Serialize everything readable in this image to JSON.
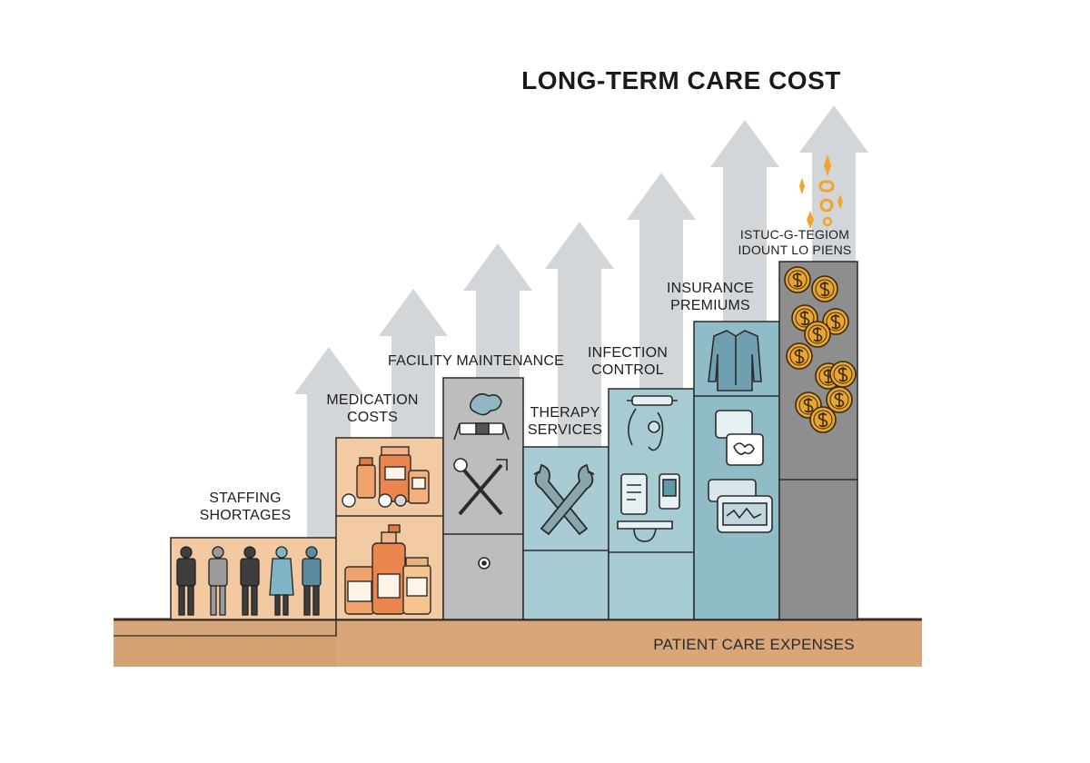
{
  "title": "LONG-TERM CARE COST",
  "base_label": "PATIENT CARE EXPENSES",
  "steps": [
    {
      "id": "staffing",
      "label_lines": [
        "STAFFING",
        "SHORTAGES"
      ],
      "icon": "people-icon",
      "color": "#f2c9a0"
    },
    {
      "id": "medication",
      "label_lines": [
        "MEDICATION",
        "COSTS"
      ],
      "icon": "pill-bottle-icon",
      "color": "#f3cba3"
    },
    {
      "id": "facility",
      "label_lines": [
        "FACILITY MAINTENANCE"
      ],
      "icon": "wrench-screwdriver-icon",
      "color": "#bdbdbd"
    },
    {
      "id": "therapy",
      "label_lines": [
        "THERAPY",
        "SERVICES"
      ],
      "icon": "tools-icon",
      "color": "#a9ccd4"
    },
    {
      "id": "infection",
      "label_lines": [
        "INFECTION",
        "CONTROL"
      ],
      "icon": "medical-device-icon",
      "color": "#a6cbd3"
    },
    {
      "id": "insurance",
      "label_lines": [
        "INSURANCE",
        "PREMIUMS"
      ],
      "icon": "coat-icon",
      "color": "#8fbcc7"
    },
    {
      "id": "other",
      "label_lines": [
        "ISTUC-G-TEGIOM",
        "IDOUNT LO PIENS"
      ],
      "icon": "coins-icon",
      "color": "#8e8e8e"
    }
  ],
  "colors": {
    "arrow": "#d3d6d9",
    "base": "#d9a679",
    "base_edge": "#3a2d22",
    "outline": "#2b2b2b",
    "sparkle": "#f0a52a",
    "coin": "#e9a52e"
  }
}
